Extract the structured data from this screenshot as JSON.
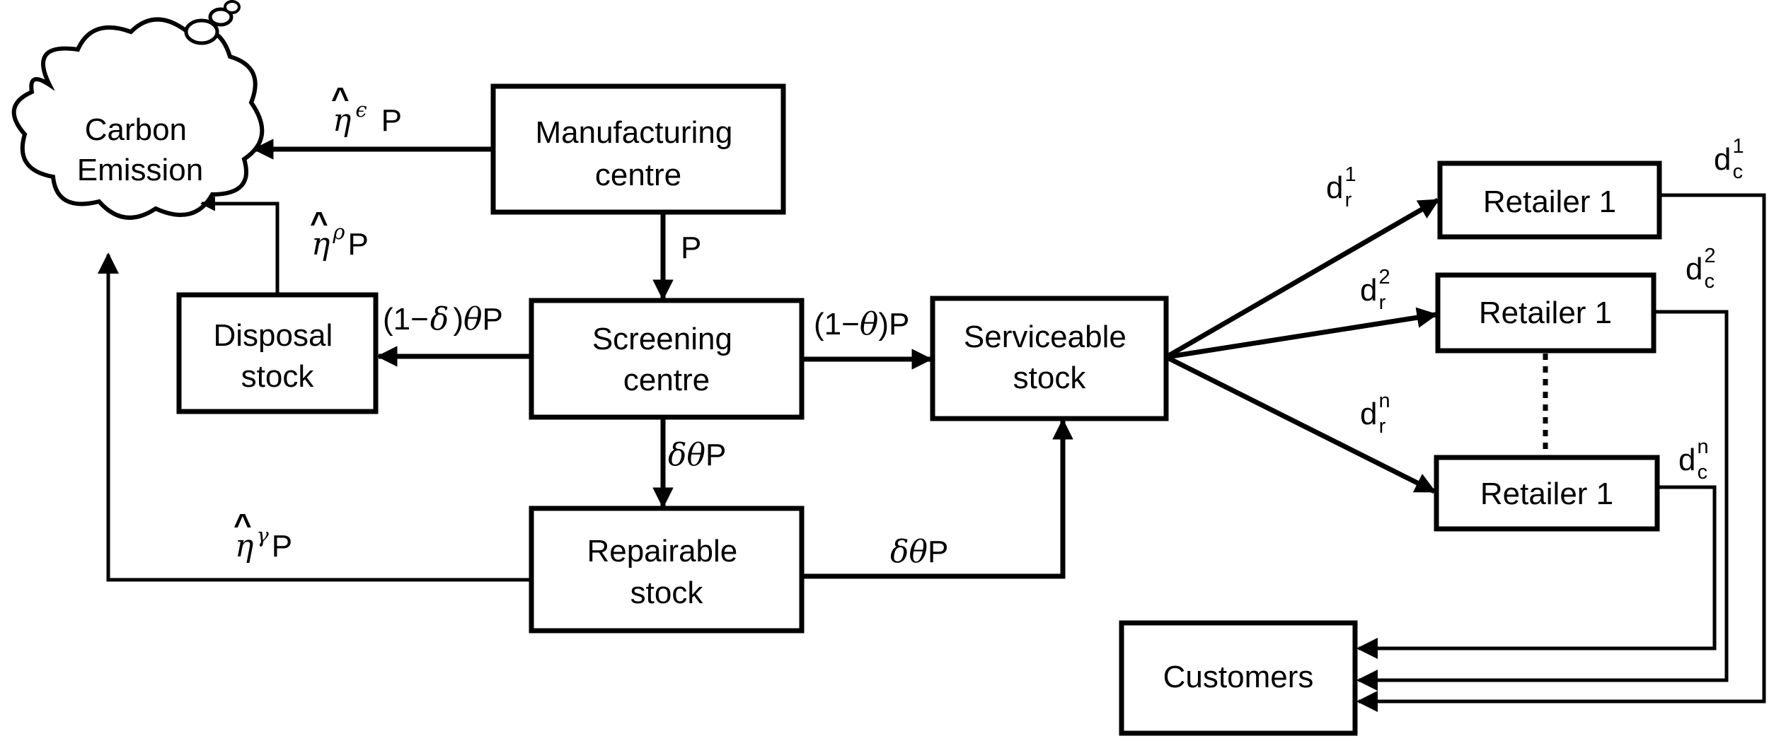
{
  "nodes": {
    "carbon": [
      "Carbon",
      "Emission"
    ],
    "manufacturing": [
      "Manufacturing",
      "centre"
    ],
    "screening": [
      "Screening",
      "centre"
    ],
    "disposal": [
      "Disposal",
      "stock"
    ],
    "serviceable": [
      "Serviceable",
      "stock"
    ],
    "repairable": [
      "Repairable",
      "stock"
    ],
    "retailer_top": "Retailer 1",
    "retailer_mid": "Retailer 1",
    "retailer_bot": "Retailer 1",
    "customers": "Customers"
  },
  "edges": {
    "mfg_to_carbon": {
      "sym": "η",
      "sup": "ϵ",
      "tail": "P"
    },
    "disposal_to_carbon": {
      "sym": "η",
      "sup": "ρ",
      "tail": "P"
    },
    "repair_to_carbon": {
      "sym": "η",
      "sup": "γ",
      "tail": "P"
    },
    "mfg_to_screening": "P",
    "screening_to_disposal": {
      "a": "(1−",
      "b": "δ",
      "c": ")",
      "d": "θ",
      "e": "P"
    },
    "screening_to_serviceable": {
      "a": "(1−",
      "b": "θ",
      "c": ")P"
    },
    "screening_to_repairable": {
      "a": "δθ",
      "b": "P"
    },
    "repairable_to_serviceable": {
      "a": "δθ",
      "b": "P"
    },
    "dr1": {
      "base": "d",
      "sup": "1",
      "sub": "r"
    },
    "dr2": {
      "base": "d",
      "sup": "2",
      "sub": "r"
    },
    "drn": {
      "base": "d",
      "sup": "n",
      "sub": "r"
    },
    "dc1": {
      "base": "d",
      "sup": "1",
      "sub": "c"
    },
    "dc2": {
      "base": "d",
      "sup": "2",
      "sub": "c"
    },
    "dcn": {
      "base": "d",
      "sup": "n",
      "sub": "c"
    }
  },
  "hat_char": "^"
}
